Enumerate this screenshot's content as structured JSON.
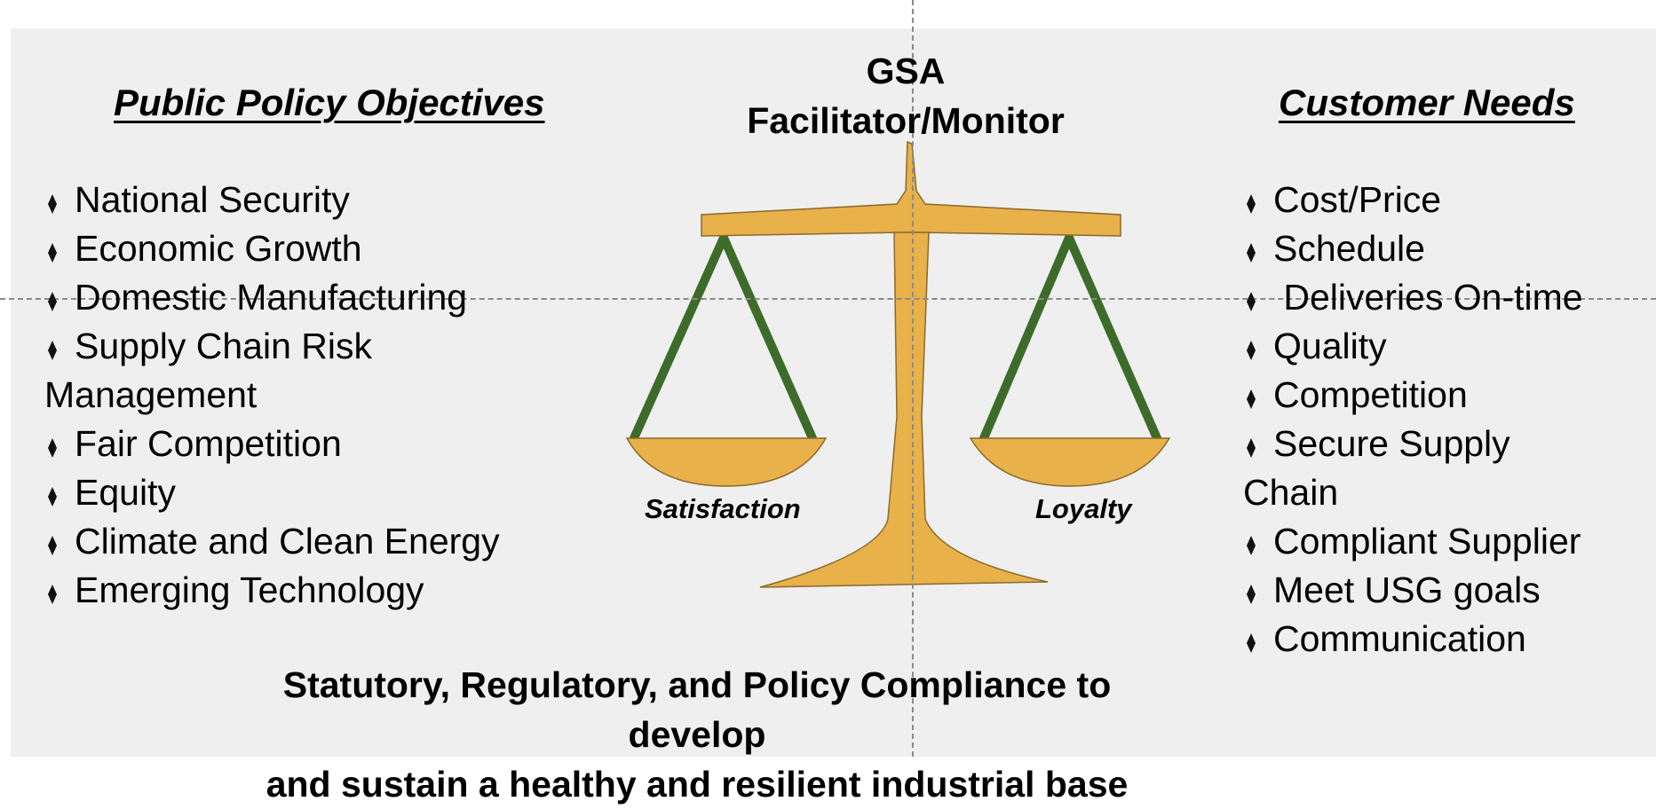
{
  "center": {
    "line1": "GSA",
    "line2": "Facilitator/Monitor"
  },
  "left": {
    "heading": "Public Policy Objectives",
    "items": [
      "National Security",
      "Economic Growth",
      "Domestic Manufacturing",
      "Supply Chain Risk",
      "Management",
      "Fair Competition",
      "Equity",
      "Climate and Clean Energy",
      "Emerging Technology"
    ]
  },
  "right": {
    "heading": "Customer Needs",
    "items": [
      "Cost/Price",
      "Schedule",
      " Deliveries On-time",
      "Quality",
      "Competition",
      "Secure Supply",
      "Chain",
      "Compliant Supplier",
      "Meet USG goals",
      "Communication"
    ]
  },
  "scale": {
    "left_pan_label": "Satisfaction",
    "right_pan_label": "Loyalty",
    "gold_color": "#e8b14a",
    "chain_color": "#3d6b2a"
  },
  "footer": {
    "line1": "Statutory, Regulatory, and Policy Compliance to develop",
    "line2": "and sustain a healthy and resilient industrial base"
  }
}
